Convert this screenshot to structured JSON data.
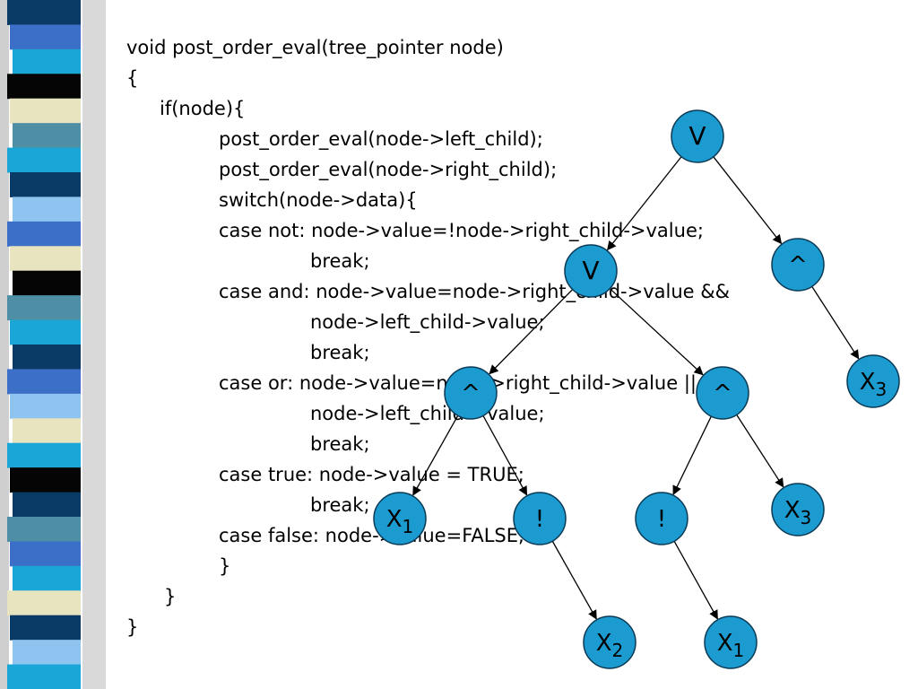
{
  "colors": {
    "node_fill": "#1c9bd1",
    "node_stroke": "#0b3a55",
    "edge": "#000000",
    "stripe_dark": "#0a3a66",
    "stripe_mid": "#3c6fc8",
    "stripe_cyan": "#1aa7d8",
    "stripe_light": "#e7e4bf",
    "stripe_black": "#050505",
    "stripe_sky": "#8fc4f0",
    "stripe_teal": "#4f8fa6"
  },
  "code_lines": [
    "void post_order_eval(tree_pointer node)",
    "{",
    "if(node){",
    "post_order_eval(node->left_child);",
    "post_order_eval(node->right_child);",
    "switch(node->data){",
    "case not: node->value=!node->right_child->value;",
    "break;",
    "case and: node->value=node->right_child->value &&",
    "node->left_child->value;",
    "break;",
    "case or: node->value=node->right_child->value ||",
    "node->left_child->value;",
    "break;",
    "case true: node->value = TRUE;",
    "break;",
    "case false: node->value=FALSE;",
    "}",
    "}",
    "}"
  ],
  "tree": {
    "nodes": [
      {
        "id": "root-or",
        "label": "V",
        "sub": ""
      },
      {
        "id": "left-or",
        "label": "V",
        "sub": ""
      },
      {
        "id": "right-and",
        "label": "^",
        "sub": ""
      },
      {
        "id": "x3-top",
        "label": "X",
        "sub": "3"
      },
      {
        "id": "and-left",
        "label": "^",
        "sub": ""
      },
      {
        "id": "and-right",
        "label": "^",
        "sub": ""
      },
      {
        "id": "x1-left",
        "label": "X",
        "sub": "1"
      },
      {
        "id": "not-left",
        "label": "!",
        "sub": ""
      },
      {
        "id": "not-right",
        "label": "!",
        "sub": ""
      },
      {
        "id": "x3-bottom",
        "label": "X",
        "sub": "3"
      },
      {
        "id": "x2-leaf",
        "label": "X",
        "sub": "2"
      },
      {
        "id": "x1-leaf",
        "label": "X",
        "sub": "1"
      }
    ],
    "edges": [
      [
        "root-or",
        "left-or"
      ],
      [
        "root-or",
        "right-and"
      ],
      [
        "right-and",
        "x3-top"
      ],
      [
        "left-or",
        "and-left"
      ],
      [
        "left-or",
        "and-right"
      ],
      [
        "and-left",
        "x1-left"
      ],
      [
        "and-left",
        "not-left"
      ],
      [
        "not-left",
        "x2-leaf"
      ],
      [
        "and-right",
        "not-right"
      ],
      [
        "and-right",
        "x3-bottom"
      ],
      [
        "not-right",
        "x1-leaf"
      ]
    ]
  }
}
